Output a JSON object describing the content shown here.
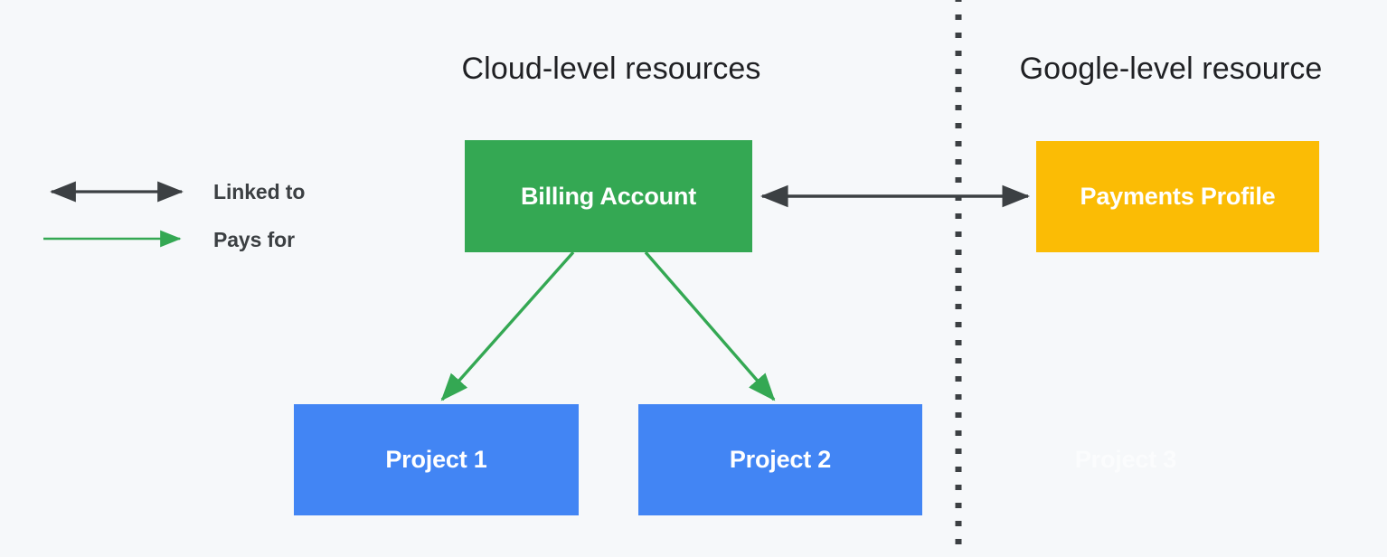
{
  "sections": {
    "left_title": "Cloud-level resources",
    "right_title": "Google-level resource"
  },
  "legend": {
    "items": [
      {
        "label": "Linked to",
        "style": "double-headed-arrow",
        "color": "#3c4043"
      },
      {
        "label": "Pays for",
        "style": "single-headed-arrow",
        "color": "#34a853"
      }
    ]
  },
  "nodes": {
    "billing_account": {
      "label": "Billing Account",
      "color": "#34a853",
      "text_color": "#ffffff"
    },
    "payments_profile": {
      "label": "Payments Profile",
      "color": "#fbbc05",
      "text_color": "#ffffff"
    },
    "project_1": {
      "label": "Project 1",
      "color": "#4285f4",
      "text_color": "#ffffff"
    },
    "project_2": {
      "label": "Project 2",
      "color": "#4285f4",
      "text_color": "#ffffff"
    },
    "project_3_ghost": {
      "label": "Project 3",
      "color": "transparent",
      "text_color": "#fbfcfd"
    }
  },
  "connections": [
    {
      "from": "billing_account",
      "to": "payments_profile",
      "relation": "Linked to",
      "color": "#3c4043",
      "arrow": "double"
    },
    {
      "from": "billing_account",
      "to": "project_1",
      "relation": "Pays for",
      "color": "#34a853",
      "arrow": "single"
    },
    {
      "from": "billing_account",
      "to": "project_2",
      "relation": "Pays for",
      "color": "#34a853",
      "arrow": "single"
    }
  ],
  "divider": {
    "style": "dotted-vertical",
    "color": "#3c4043"
  },
  "palette": {
    "background": "#f6f8fa",
    "green": "#34a853",
    "blue": "#4285f4",
    "yellow": "#fbbc05",
    "dark": "#3c4043",
    "title": "#202124"
  }
}
